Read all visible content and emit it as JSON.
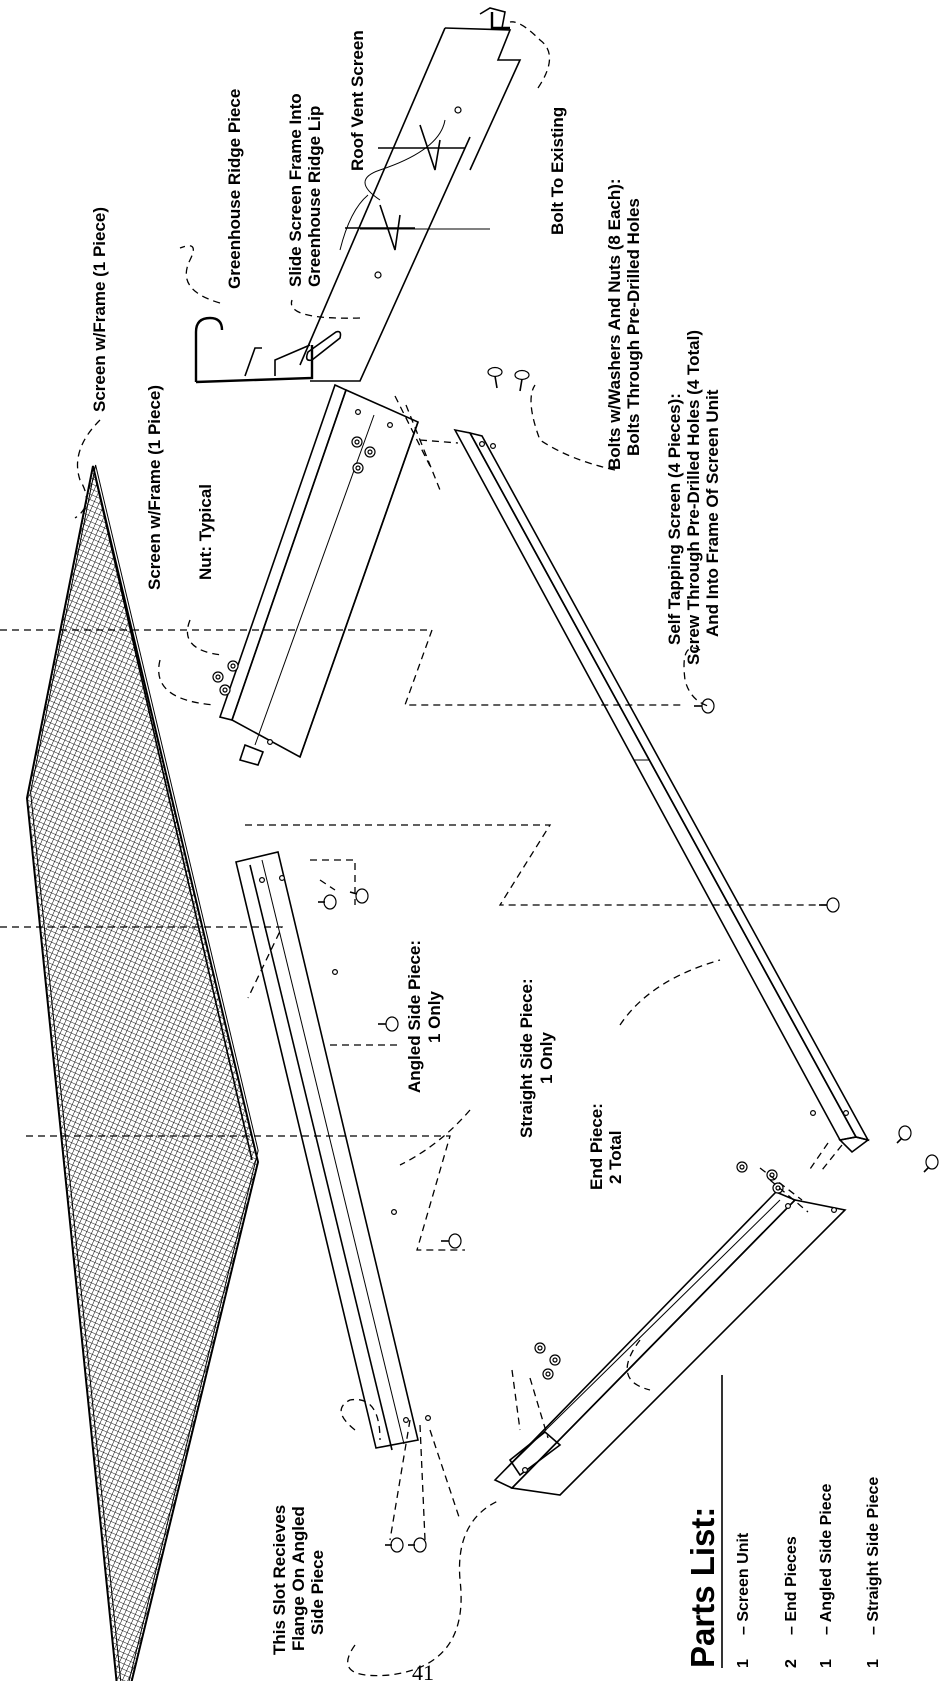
{
  "labels": {
    "roof_vent_screen": "Roof Vent Screen",
    "bolt_to_existing": "Bolt To Existing",
    "slide_screen_frame_1": "Slide Screen Frame Into",
    "slide_screen_frame_2": "Greenhouse Ridge Lip",
    "greenhouse_ridge_piece": "Greenhouse Ridge Piece",
    "screen_frame_top": "Screen w/Frame (1 Piece)",
    "screen_frame_mid": "Screen w/Frame (1 Piece)",
    "nut_typical": "Nut: Typical",
    "bolts_washers_1": "Bolts w/Washers And Nuts (8 Each):",
    "bolts_washers_2": "Bolts Through Pre-Drilled Holes",
    "self_tapping_1": "Self Tapping Screen (4 Pieces):",
    "self_tapping_2": "Screw Through Pre-Drilled Holes (4 Total)",
    "self_tapping_3": "And Into Frame Of Screen Unit",
    "angled_side_1": "Angled Side Piece:",
    "angled_side_2": "1 Only",
    "straight_side_1": "Straight Side Piece:",
    "straight_side_2": "1 Only",
    "end_piece_1": "End Piece:",
    "end_piece_2": "2 Total",
    "slot_1": "This Slot Recieves",
    "slot_2": "Flange On Angled",
    "slot_3": "Side Piece",
    "page_number": "41"
  },
  "parts_list": {
    "title": "Parts List:",
    "items": [
      {
        "qty": "1",
        "name": "– Screen Unit"
      },
      {
        "qty": "2",
        "name": "– End Pieces"
      },
      {
        "qty": "1",
        "name": "– Angled Side Piece"
      },
      {
        "qty": "1",
        "name": "– Straight Side Piece"
      }
    ]
  }
}
